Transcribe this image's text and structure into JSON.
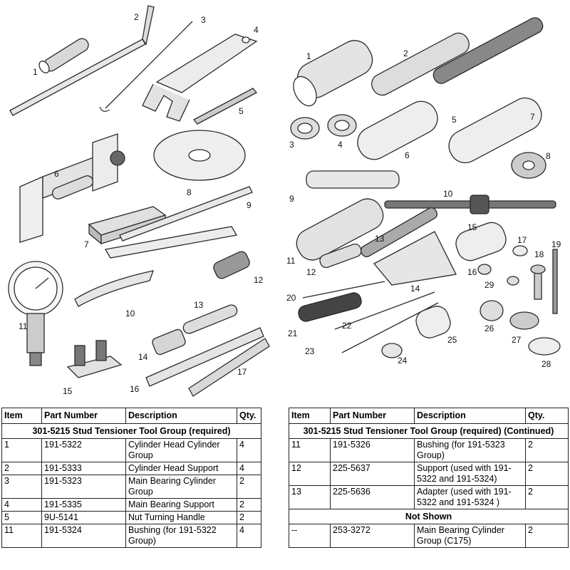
{
  "callouts_left": [
    "1",
    "2",
    "3",
    "4",
    "5",
    "6",
    "7",
    "8",
    "9",
    "10",
    "11",
    "12",
    "13",
    "14",
    "15",
    "16",
    "17"
  ],
  "callouts_right": [
    "1",
    "2",
    "3",
    "4",
    "5",
    "6",
    "7",
    "8",
    "9",
    "10",
    "11",
    "12",
    "13",
    "14",
    "15",
    "16",
    "17",
    "18",
    "19",
    "20",
    "21",
    "22",
    "23",
    "24",
    "25",
    "26",
    "27",
    "28",
    "29"
  ],
  "tables": [
    {
      "headers": [
        "Item",
        "Part Number",
        "Description",
        "Qty."
      ],
      "group": "301-5215 Stud Tensioner Tool Group (required)",
      "rows": [
        {
          "item": "1",
          "part": "191-5322",
          "desc": "Cylinder Head Cylinder Group",
          "qty": "4"
        },
        {
          "item": "2",
          "part": "191-5333",
          "desc": "Cylinder Head Support",
          "qty": "4"
        },
        {
          "item": "3",
          "part": "191-5323",
          "desc": "Main Bearing Cylinder Group",
          "qty": "2"
        },
        {
          "item": "4",
          "part": "191-5335",
          "desc": "Main Bearing Support",
          "qty": "2"
        },
        {
          "item": "5",
          "part": "9U-5141",
          "desc": "Nut Turning Handle",
          "qty": "2"
        },
        {
          "item": "11",
          "part": "191-5324",
          "desc": "Bushing (for 191-5322 Group)",
          "qty": "4"
        }
      ]
    },
    {
      "headers": [
        "Item",
        "Part Number",
        "Description",
        "Qty."
      ],
      "group": "301-5215 Stud Tensioner Tool Group (required) (Continued)",
      "rows": [
        {
          "item": "11",
          "part": "191-5326",
          "desc": "Bushing (for 191-5323 Group)",
          "qty": "2"
        },
        {
          "item": "12",
          "part": "225-5637",
          "desc": "Support (used with 191-5322 and 191-5324)",
          "qty": "2"
        },
        {
          "item": "13",
          "part": "225-5636",
          "desc": "Adapter (used with 191-5322 and 191-5324 )",
          "qty": "2"
        }
      ],
      "group2": "Not Shown",
      "rows2": [
        {
          "item": "--",
          "part": "253-3272",
          "desc": "Main Bearing Cylinder Group (C175)",
          "qty": "2"
        }
      ]
    }
  ]
}
